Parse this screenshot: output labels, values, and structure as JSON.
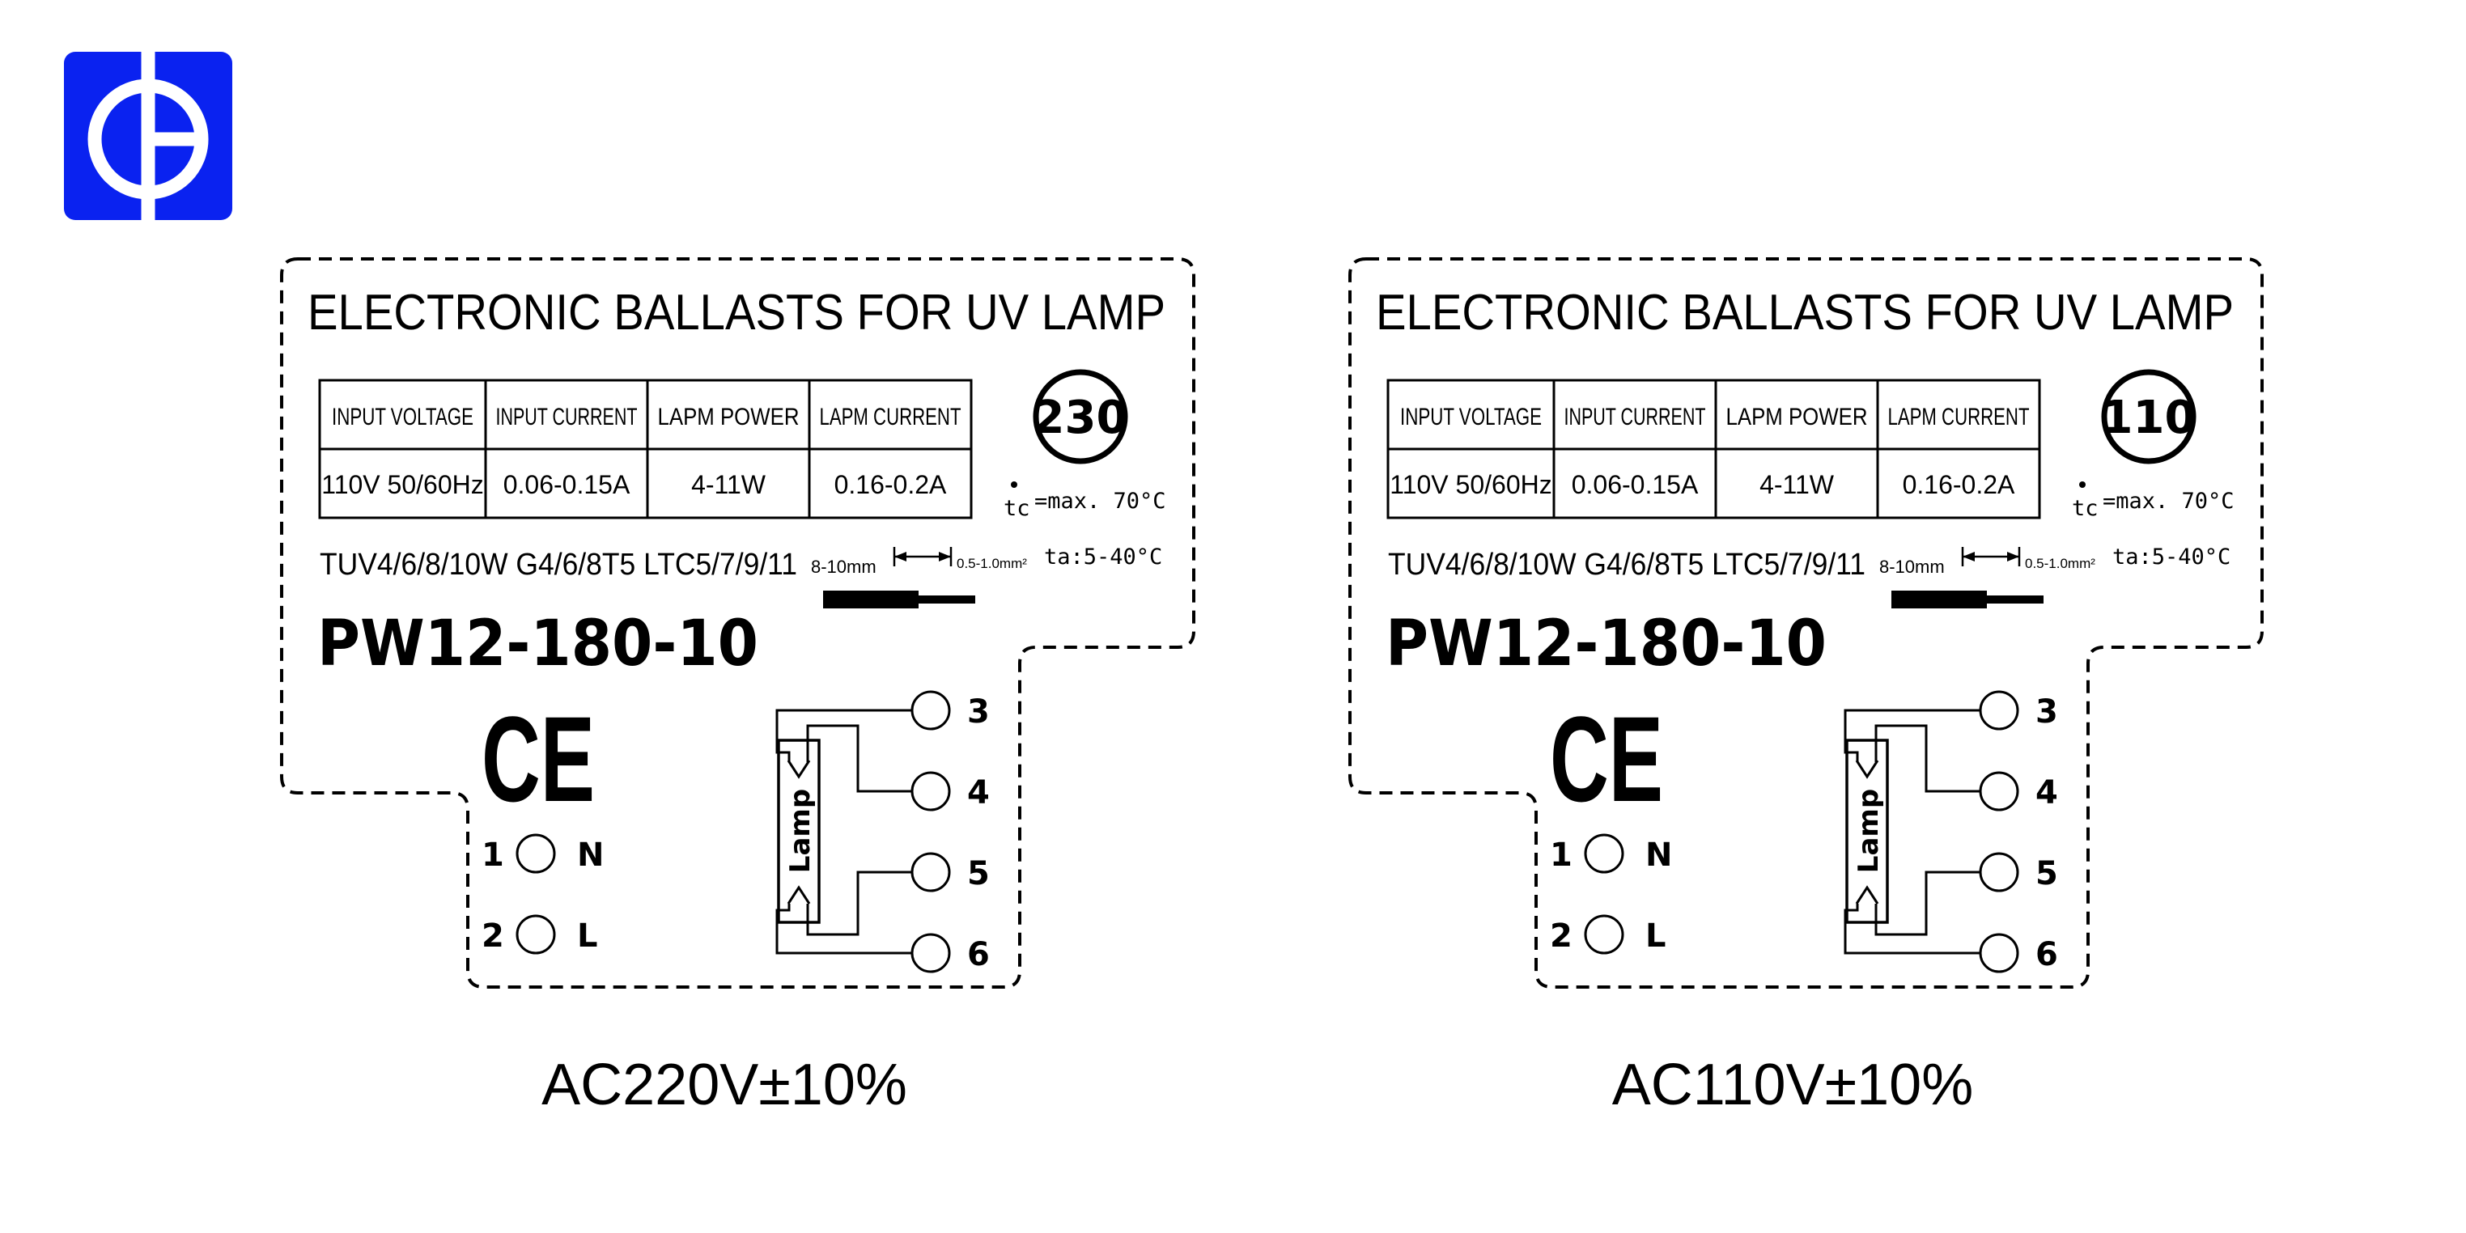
{
  "brand_color": "#0a22f0",
  "logo_icon": "phi-logo-icon",
  "panels": [
    {
      "title": "ELECTRONIC BALLASTS FOR UV LAMP",
      "badge": "230",
      "table": {
        "headers": [
          "INPUT  VOLTAGE",
          "INPUT  CURRENT",
          "LAPM    POWER",
          "LAPM  CURRENT"
        ],
        "values": [
          "110V  50/60Hz",
          "0.06-0.15A",
          "4-11W",
          "0.16-0.2A"
        ]
      },
      "tc_symbol": "tc",
      "tc_text": "=max. 70°C",
      "ta_text": "ta:5-40°C",
      "tuv_line": "TUV4/6/8/10W G4/6/8T5 LTC5/7/9/11",
      "strip_length": "8-10mm",
      "wire_gauge": "0.5-1.0mm²",
      "model": "PW12-180-10",
      "ce_mark": "CE",
      "input_terminals": [
        {
          "num": "1",
          "name": "N"
        },
        {
          "num": "2",
          "name": "L"
        }
      ],
      "output_terminals": [
        "3",
        "4",
        "5",
        "6"
      ],
      "lamp_label": "Lamp",
      "caption": "AC220V±10%"
    },
    {
      "title": "ELECTRONIC BALLASTS FOR UV LAMP",
      "badge": "110",
      "table": {
        "headers": [
          "INPUT  VOLTAGE",
          "INPUT  CURRENT",
          "LAPM    POWER",
          "LAPM  CURRENT"
        ],
        "values": [
          "110V  50/60Hz",
          "0.06-0.15A",
          "4-11W",
          "0.16-0.2A"
        ]
      },
      "tc_symbol": "tc",
      "tc_text": "=max. 70°C",
      "ta_text": "ta:5-40°C",
      "tuv_line": "TUV4/6/8/10W G4/6/8T5 LTC5/7/9/11",
      "strip_length": "8-10mm",
      "wire_gauge": "0.5-1.0mm²",
      "model": "PW12-180-10",
      "ce_mark": "CE",
      "input_terminals": [
        {
          "num": "1",
          "name": "N"
        },
        {
          "num": "2",
          "name": "L"
        }
      ],
      "output_terminals": [
        "3",
        "4",
        "5",
        "6"
      ],
      "lamp_label": "Lamp",
      "caption": "AC110V±10%"
    }
  ]
}
